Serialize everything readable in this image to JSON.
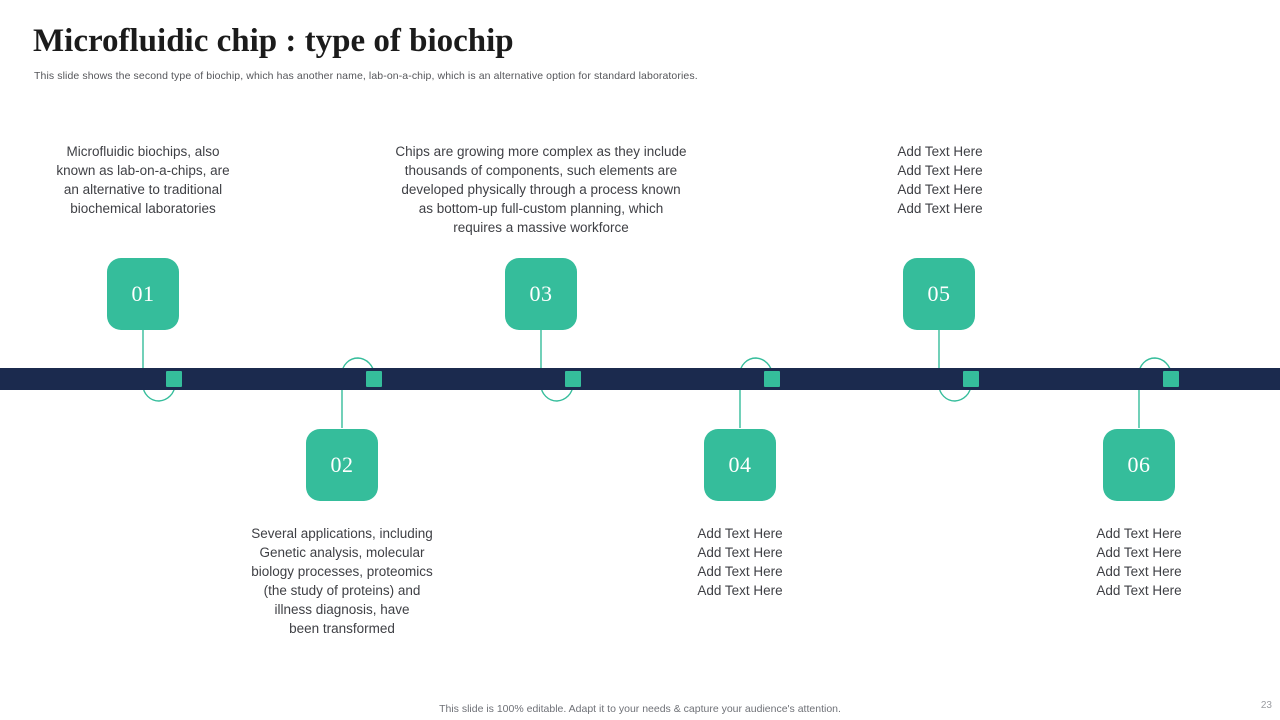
{
  "slide": {
    "title": "Microfluidic chip : type of biochip",
    "subtitle": "This slide shows the second type of biochip, which has another name, lab-on-a-chip, which is an alternative option for standard laboratories.",
    "footer": "This slide is 100% editable. Adapt it to your needs & capture your audience's attention.",
    "page_number": "23",
    "colors": {
      "accent": "#35bd9b",
      "bar": "#1b2a4e",
      "title": "#1b1b1b",
      "body_text": "#3f4045",
      "subtitle": "#55565a"
    }
  },
  "steps": [
    {
      "number": "01",
      "lines": [
        "Microfluidic biochips, also",
        "known as lab-on-a-chips, are",
        "an alternative to traditional",
        "biochemical laboratories"
      ]
    },
    {
      "number": "02",
      "lines": [
        "Several applications, including",
        "Genetic analysis, molecular",
        "biology processes, proteomics",
        "(the study of proteins) and",
        "illness diagnosis, have",
        "been transformed"
      ]
    },
    {
      "number": "03",
      "lines": [
        "Chips are growing more complex as they include",
        "thousands of components, such elements are",
        "developed physically through a process known",
        "as bottom-up full-custom planning, which",
        "requires a massive workforce"
      ]
    },
    {
      "number": "04",
      "lines": [
        "Add Text Here",
        "Add Text Here",
        "Add Text Here",
        "Add Text Here"
      ]
    },
    {
      "number": "05",
      "lines": [
        "Add Text Here",
        "Add Text Here",
        "Add Text Here",
        "Add Text Here"
      ]
    },
    {
      "number": "06",
      "lines": [
        "Add Text Here",
        "Add Text Here",
        "Add Text Here",
        "Add Text Here"
      ]
    }
  ]
}
